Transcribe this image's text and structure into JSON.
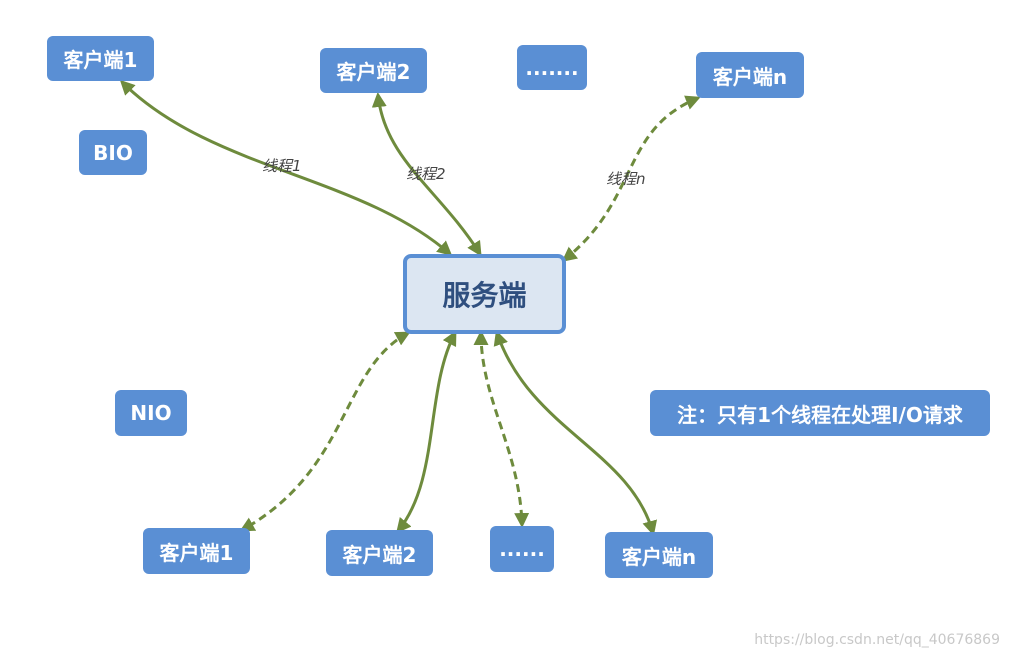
{
  "server": {
    "label": "服务端"
  },
  "bio": {
    "label": "BIO",
    "clients": [
      {
        "label": "客户端1"
      },
      {
        "label": "客户端2"
      },
      {
        "label": "......."
      },
      {
        "label": "客户端n"
      }
    ],
    "threads": [
      {
        "label": "线程1"
      },
      {
        "label": "线程2"
      },
      {
        "label": "线程n"
      }
    ]
  },
  "nio": {
    "label": "NIO",
    "clients": [
      {
        "label": "客户端1"
      },
      {
        "label": "客户端2"
      },
      {
        "label": "......"
      },
      {
        "label": "客户端n"
      }
    ]
  },
  "note": {
    "label": "注：只有1个线程在处理I/O请求"
  },
  "watermark": "https://blog.csdn.net/qq_40676869",
  "colors": {
    "node_fill": "#5a8fd4",
    "server_fill": "#dce6f2",
    "server_text": "#2f4f7f",
    "connector": "#6e8b3d"
  }
}
